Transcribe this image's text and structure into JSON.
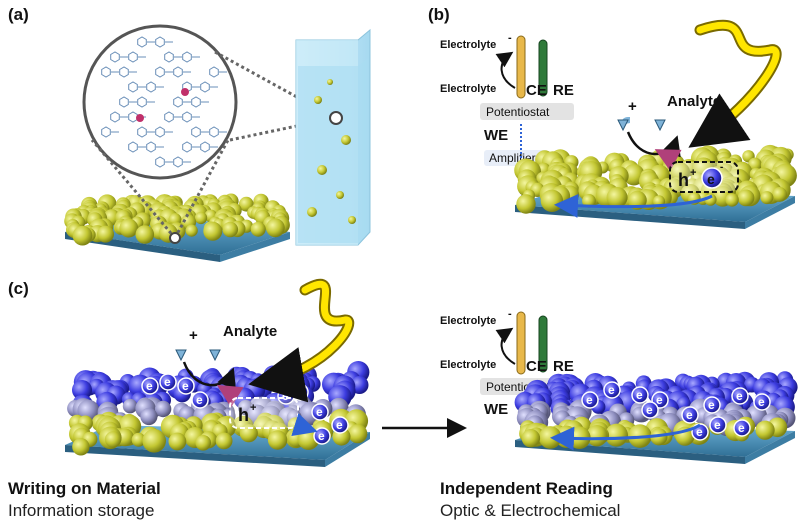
{
  "panels": {
    "a": "(a)",
    "b": "(b)",
    "c": "(c)"
  },
  "labels": {
    "electrolyte_minus": "Electrolyte",
    "electrolyte": "Electrolyte",
    "minus_sign": "-",
    "ce": "CE",
    "re": "RE",
    "potentiostat": "Potentiostat",
    "we": "WE",
    "amplifier": "Amplifier",
    "analyte": "Analyte",
    "plus": "+",
    "hole": "h",
    "hole_plus": "+",
    "electron": "e",
    "electron_minus": "-"
  },
  "captions": {
    "left_title": "Writing on Material",
    "left_sub": "Information storage",
    "right_title": "Independent Reading",
    "right_sub": "Optic & Electrochemical"
  },
  "colors": {
    "particle": "#c8cc3a",
    "particle_charged": "#3b3bd8",
    "substrate": "#4a90b8",
    "cuvette": "#bfe4f5",
    "light": "#ffe600",
    "electron_blue": "#2e63d6",
    "hole_red": "#c0305a",
    "electrode_yellow": "#e8b84a",
    "electrode_green": "#2f7a3a"
  }
}
